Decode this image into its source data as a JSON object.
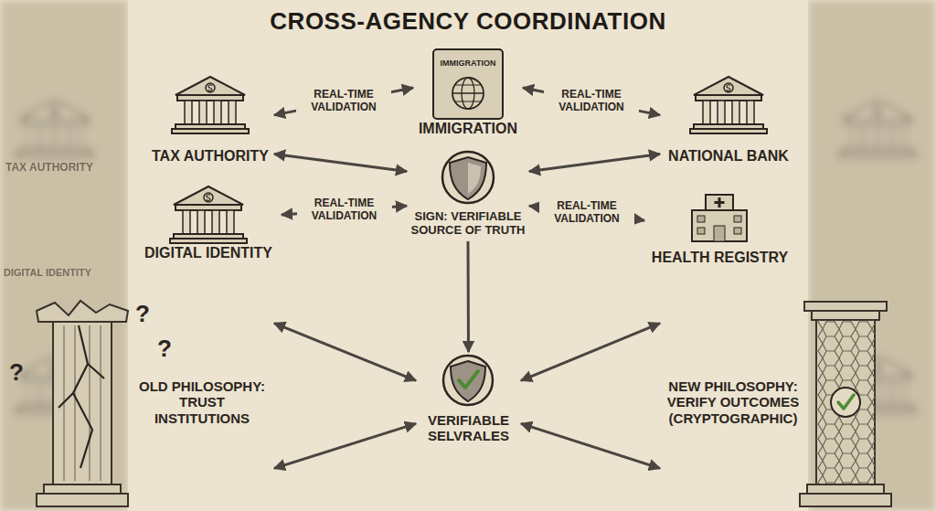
{
  "diagram": {
    "title": "CROSS-AGENCY COORDINATION",
    "nodes": [
      {
        "text": [
          "TAX AUTHORITY"
        ]
      },
      {
        "text": [
          "IMMIGRATION",
          "IMMIGRATION"
        ]
      },
      {
        "text": [
          "NATIONAL BANK"
        ]
      },
      {
        "text": [
          "DIGITAL IDENTITY"
        ]
      },
      {
        "text": [
          "SIGN: VERIFIABLE SOURCE OF TRUTH"
        ]
      },
      {
        "text": [
          "HEALTH REGISTRY"
        ]
      },
      {
        "text": [
          "OLD PHILOSOPHY: TRUST INSTITUTIONS"
        ]
      },
      {
        "text": [
          "VERIFIABLE SELVRALES"
        ]
      },
      {
        "text": [
          "NEW PHILOSOPHY: VERIFY OUTCOMES (CRYPTOGRAPHIC)"
        ]
      }
    ],
    "edges": [
      {
        "from": 0,
        "to": 1,
        "label": "REAL-TIME VALIDATION",
        "arrow": "both"
      },
      {
        "from": 1,
        "to": 2,
        "label": "REAL-TIME VALIDATION",
        "arrow": "both"
      },
      {
        "from": 0,
        "to": 4,
        "arrow": "both"
      },
      {
        "from": 2,
        "to": 4,
        "arrow": "both"
      },
      {
        "from": 3,
        "to": 4,
        "label": "REAL-TIME VALIDATION",
        "arrow": "both"
      },
      {
        "from": 4,
        "to": 5,
        "label": "REAL-TIME VALIDATION",
        "arrow": "both"
      },
      {
        "from": 4,
        "to": 7,
        "arrow": "to"
      },
      {
        "from": 6,
        "to": 7,
        "arrow": "both"
      },
      {
        "from": 6,
        "to": 7,
        "arrow": "both"
      },
      {
        "from": 7,
        "to": 8,
        "arrow": "both"
      },
      {
        "from": 7,
        "to": 8,
        "arrow": "both"
      }
    ],
    "labels": [
      "TAX AUTHORITY",
      "DIGITAL IDENTITY",
      "?",
      "?",
      "?"
    ]
  }
}
